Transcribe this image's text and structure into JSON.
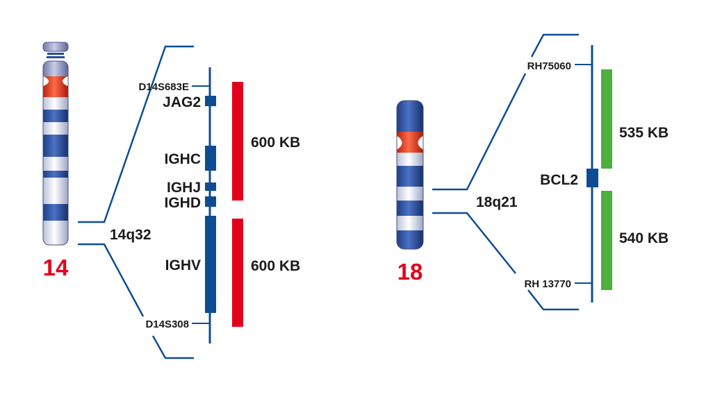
{
  "colors": {
    "navy": "#0d4c93",
    "red": "#e3001b",
    "green": "#4daf3d",
    "text": "#1a1a1a"
  },
  "chr14": {
    "number": "14",
    "band": "14q32",
    "markers": {
      "top": "D14S683E",
      "bottom": "D14S308"
    },
    "genes": {
      "jag2": "JAG2",
      "ighc": "IGHC",
      "ighj": "IGHJ",
      "ighd": "IGHD",
      "ighv": "IGHV"
    },
    "regions": {
      "upper": "600 KB",
      "lower": "600 KB"
    }
  },
  "chr18": {
    "number": "18",
    "band": "18q21",
    "markers": {
      "top": "RH75060",
      "bottom": "RH 13770"
    },
    "genes": {
      "bcl2": "BCL2"
    },
    "regions": {
      "upper": "535 KB",
      "lower": "540 KB"
    }
  }
}
